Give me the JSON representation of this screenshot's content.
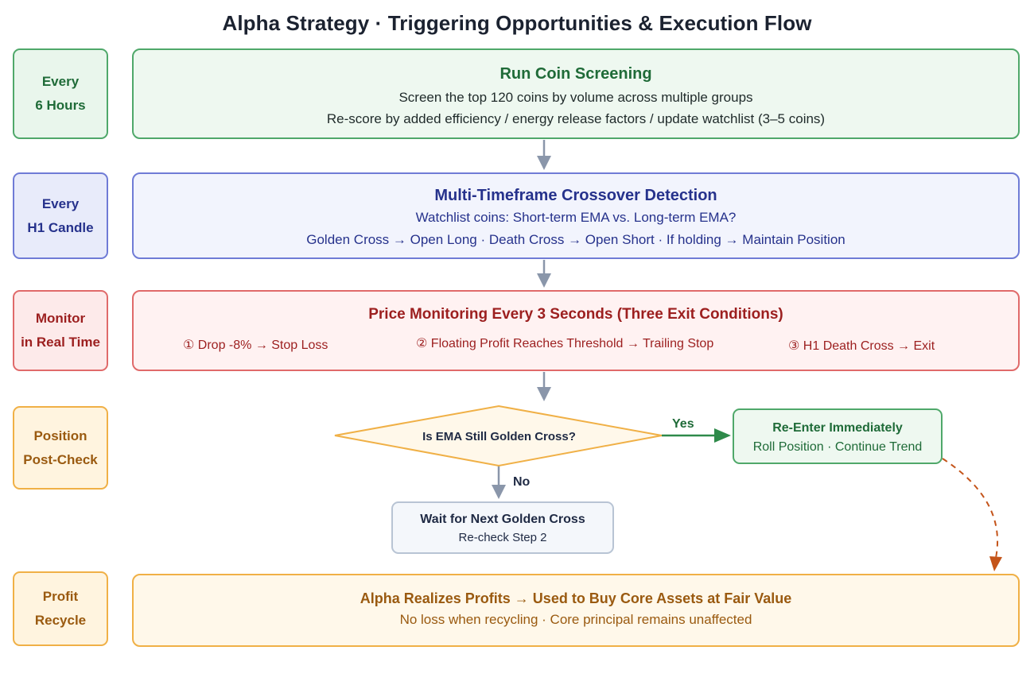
{
  "title": "Alpha Strategy · Triggering Opportunities & Execution Flow",
  "rows": {
    "screening": {
      "side": [
        "Every",
        "6 Hours"
      ],
      "heading": "Run Coin Screening",
      "lines": [
        "Screen the top 120 coins by volume across multiple groups",
        "Re-score by added efficiency / energy release factors / update watchlist (3–5 coins)"
      ]
    },
    "crossover": {
      "side": [
        "Every",
        "H1 Candle"
      ],
      "heading": "Multi-Timeframe Crossover Detection",
      "lines": [
        "Watchlist coins: Short-term EMA vs. Long-term EMA?",
        "Golden Cross → Open Long · Death Cross → Open Short · If holding → Maintain Position"
      ]
    },
    "monitor": {
      "side": [
        "Monitor",
        "in Real Time"
      ],
      "heading": "Price Monitoring Every 3 Seconds (Three Exit Conditions)",
      "conditions": [
        "① Drop -8% → Stop Loss",
        "② Floating Profit Reaches Threshold → Trailing Stop",
        "③ H1 Death Cross → Exit"
      ]
    },
    "postcheck": {
      "side": [
        "Position",
        "Post-Check"
      ],
      "decision": "Is EMA Still Golden Cross?",
      "yes_label": "Yes",
      "no_label": "No",
      "reenter": {
        "heading": "Re-Enter Immediately",
        "line": "Roll Position · Continue Trend"
      },
      "wait": {
        "heading": "Wait for Next Golden Cross",
        "line": "Re-check Step 2"
      }
    },
    "recycle": {
      "side": [
        "Profit",
        "Recycle"
      ],
      "heading": "Alpha Realizes Profits → Used to Buy Core Assets at Fair Value",
      "line": "No loss when recycling · Core principal remains unaffected"
    }
  },
  "colors": {
    "green": "#1f6b38",
    "blue": "#26328c",
    "red": "#9c1f1f",
    "orange": "#9a5a10",
    "arrow_gray": "#8a96aa",
    "dashed_arrow": "#c4541a"
  }
}
